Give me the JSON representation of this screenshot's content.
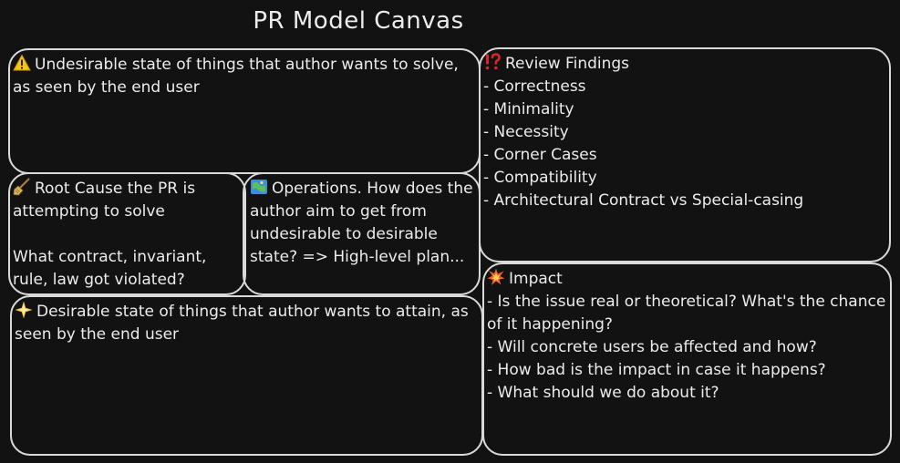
{
  "title": "PR Model Canvas",
  "colors": {
    "background": "#121212",
    "border": "#d9d9d9",
    "text": "#ececec"
  },
  "cards": {
    "problem": {
      "icon": "warning-icon",
      "heading": "Undesirable state of things that author wants to solve, as seen by the end user"
    },
    "review": {
      "icon": "exclamation-question-icon",
      "heading": "Review Findings",
      "items": [
        "- Correctness",
        "- Minimality",
        "- Necessity",
        "- Corner Cases",
        "- Compatibility",
        "- Architectural Contract vs Special-casing"
      ]
    },
    "root_cause": {
      "icon": "broom-icon",
      "heading": "Root Cause the PR is attempting to solve",
      "body": "What contract, invariant, rule, law got violated?"
    },
    "operations": {
      "icon": "map-icon",
      "heading": "Operations. How does the author aim to get from undesirable to desirable state? => High-level plan..."
    },
    "impact": {
      "icon": "collision-icon",
      "heading": "Impact",
      "items": [
        "- Is the issue real or theoretical? What's the chance of it happening?",
        "- Will concrete users be affected and how?",
        "- How bad is the impact in case it happens?",
        "- What should we do about it?"
      ]
    },
    "desired": {
      "icon": "sparkle-star-icon",
      "heading": "Desirable state of things that author wants to attain, as seen by the end user"
    }
  }
}
